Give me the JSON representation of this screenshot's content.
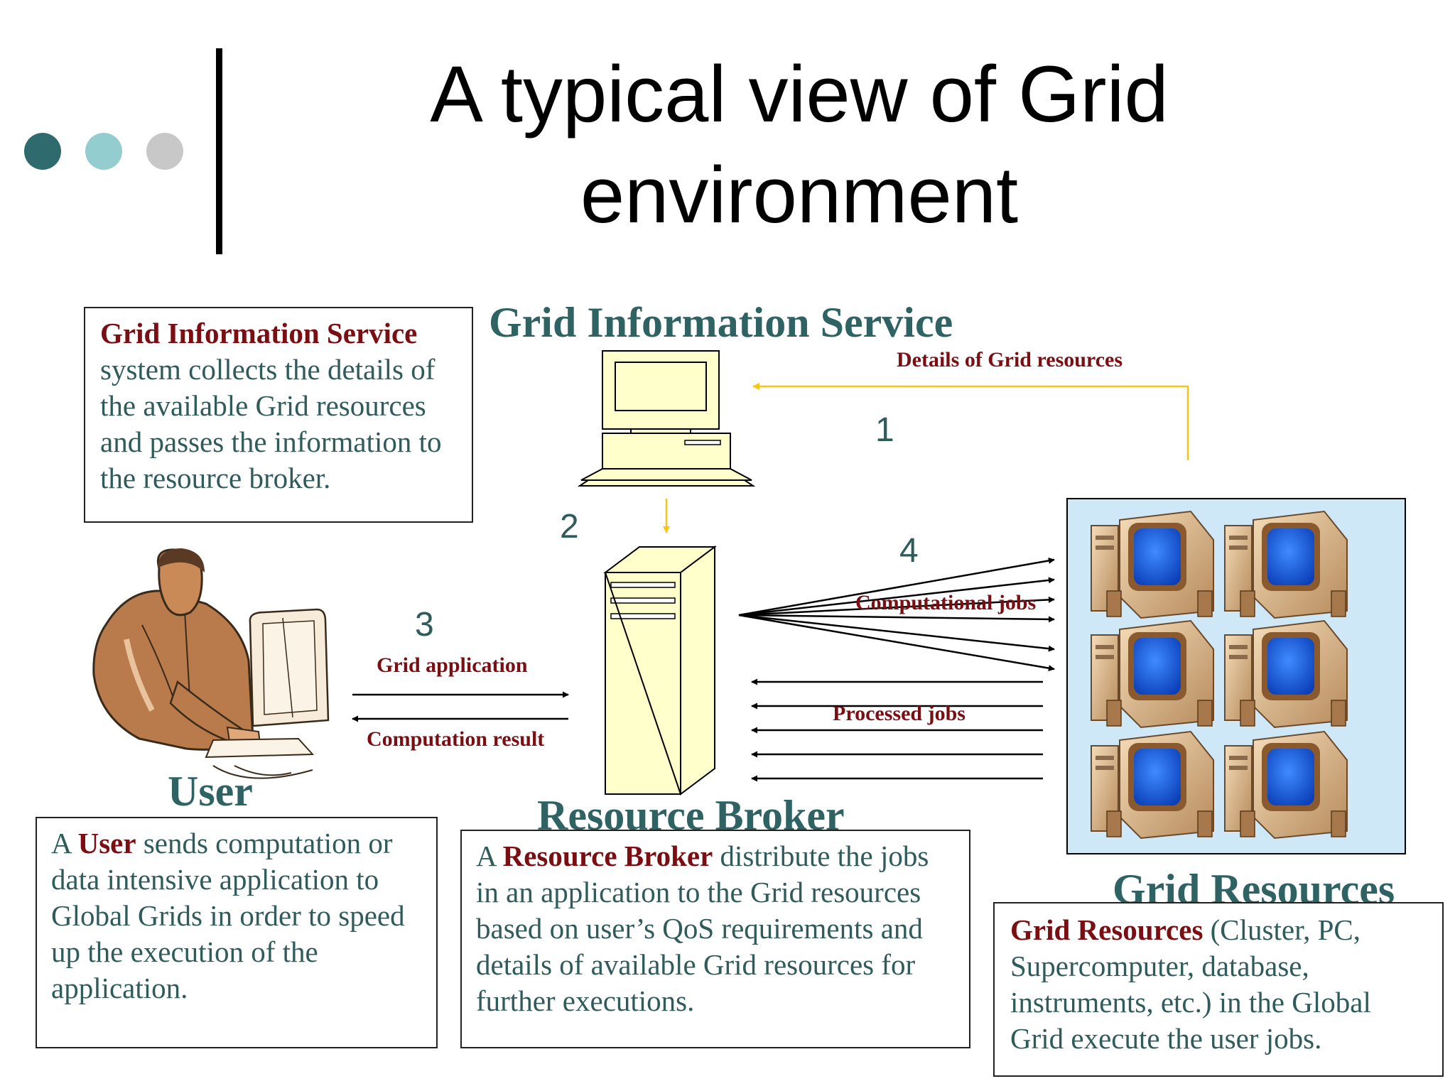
{
  "title": {
    "line1": "A typical view of Grid",
    "line2": "environment"
  },
  "headings": {
    "gis": "Grid Information Service",
    "user": "User",
    "broker": "Resource Broker",
    "resources": "Grid Resources"
  },
  "labels": {
    "details": "Details of  Grid resources",
    "computational_jobs": "Computational jobs",
    "grid_application": "Grid application",
    "processed_jobs": "Processed jobs",
    "computation_result": "Computation result"
  },
  "steps": {
    "s1": "1",
    "s2": "2",
    "s3": "3",
    "s4": "4"
  },
  "boxes": {
    "gis": {
      "bold": "Grid Information Service",
      "rest": "system collects the details of the available Grid resources and passes the information to the resource broker."
    },
    "user": {
      "pre": "A ",
      "bold": "User",
      "rest": " sends computation or data intensive application to Global Grids in order to speed up the execution of the application."
    },
    "broker": {
      "pre": "A ",
      "bold": "Resource Broker",
      "rest": " distribute the jobs in an application to the Grid resources based on user’s QoS requirements and details of  available Grid resources for further executions."
    },
    "resources": {
      "bold": "Grid Resources",
      "rest": " (Cluster, PC, Supercomputer, database, instruments, etc.) in the Global Grid execute the user jobs."
    }
  },
  "colors": {
    "dot_dark": "#2e6a6e",
    "dot_mid": "#94cdd0",
    "dot_light": "#c8c8c8",
    "heading": "#2f6363",
    "emphasis": "#7a0e12",
    "arrow_yellow": "#f5c518",
    "device_fill": "#ffffcc",
    "resource_bg": "#cfe8f8"
  }
}
